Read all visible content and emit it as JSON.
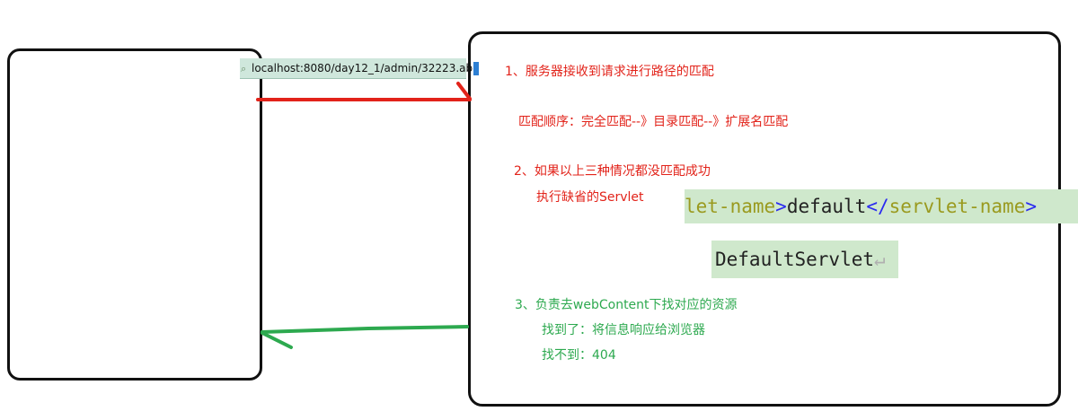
{
  "url_bar": {
    "url": "localhost:8080/day12_1/admin/32223.ab"
  },
  "steps": {
    "step1": "1、服务器接收到请求进行路径的匹配",
    "match_order": "匹配顺序：完全匹配--》目录匹配--》扩展名匹配",
    "step2_line1": "2、如果以上三种情况都没匹配成功",
    "step2_line2": "执行缺省的Servlet",
    "step3_line1": "3、负责去webContent下找对应的资源",
    "step3_line2": "找到了：将信息响应给浏览器",
    "step3_line3": "找不到：404"
  },
  "code": {
    "line1": {
      "tag_tail": "let-name",
      "gt": ">",
      "value": "default",
      "close_open": "</",
      "close_tag": "servlet-name",
      "close_gt": ">"
    },
    "line2": {
      "value": "DefaultServlet",
      "trail": "↵"
    }
  },
  "colors": {
    "request_arrow": "#e2231a",
    "response_arrow": "#2da94f",
    "box_border": "#111111",
    "code_bg": "#cfe8cc"
  },
  "icons": {
    "url_icon": "magnifier-icon"
  }
}
